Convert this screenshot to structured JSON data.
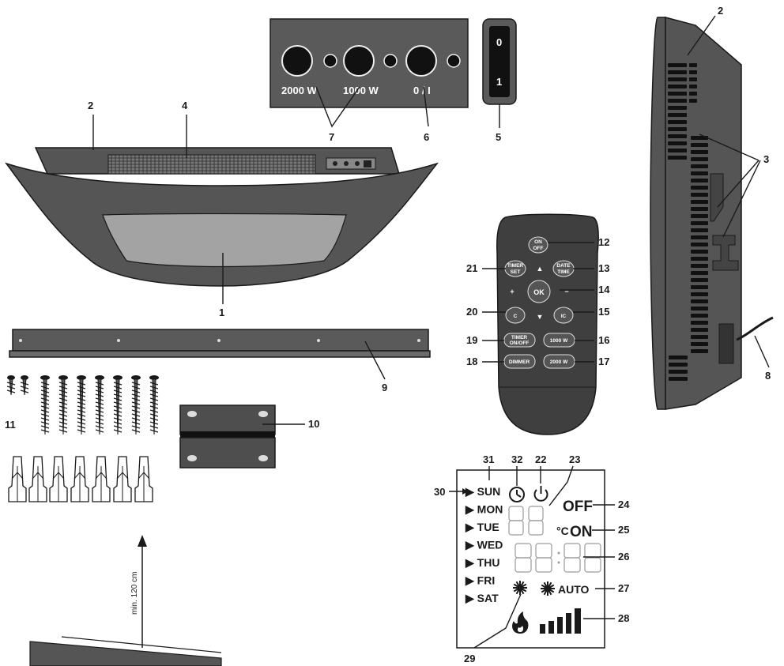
{
  "callouts": {
    "n1": "1",
    "n2": "2",
    "n3": "3",
    "n4": "4",
    "n5": "5",
    "n6": "6",
    "n7": "7",
    "n8": "8",
    "n9": "9",
    "n10": "10",
    "n11": "11",
    "n12": "12",
    "n13": "13",
    "n14": "14",
    "n15": "15",
    "n16": "16",
    "n17": "17",
    "n18": "18",
    "n19": "19",
    "n20": "20",
    "n21": "21",
    "n22": "22",
    "n23": "23",
    "n24": "24",
    "n25": "25",
    "n26": "26",
    "n27": "27",
    "n28": "28",
    "n29": "29",
    "n30": "30",
    "n31": "31",
    "n32": "32"
  },
  "control_panel": {
    "label_2000": "2000 W",
    "label_1000": "1000 W",
    "label_power": "0 / I",
    "rocker_top": "0",
    "rocker_bottom": "1"
  },
  "remote": {
    "on_off_1": "ON",
    "on_off_2": "OFF",
    "timer_set_1": "TIMER",
    "timer_set_2": "SET",
    "date_time_1": "DATE",
    "date_time_2": "TIME",
    "up": "▲",
    "down": "▼",
    "plus": "+",
    "minus": "−",
    "ok": "OK",
    "c": "C",
    "ic": "IC",
    "timer_onoff_1": "TIMER",
    "timer_onoff_2": "ON/OFF",
    "w1000": "1000 W",
    "dimmer": "DIMMER",
    "w2000": "2000 W"
  },
  "lcd": {
    "days": [
      "▶ SUN",
      "▶ MON",
      "▶ TUE",
      "▶ WED",
      "▶ THU",
      "▶ FRI",
      "▶ SAT"
    ],
    "unit": "°C",
    "off": "OFF",
    "on": "ON",
    "auto": "AUTO"
  },
  "mounting": {
    "height_note": "min. 120 cm"
  },
  "icons": {
    "clock": "clock-icon",
    "standby": "power-icon",
    "sun": "sun-icon",
    "flame": "flame-icon",
    "bars": "signal-bars-icon"
  }
}
